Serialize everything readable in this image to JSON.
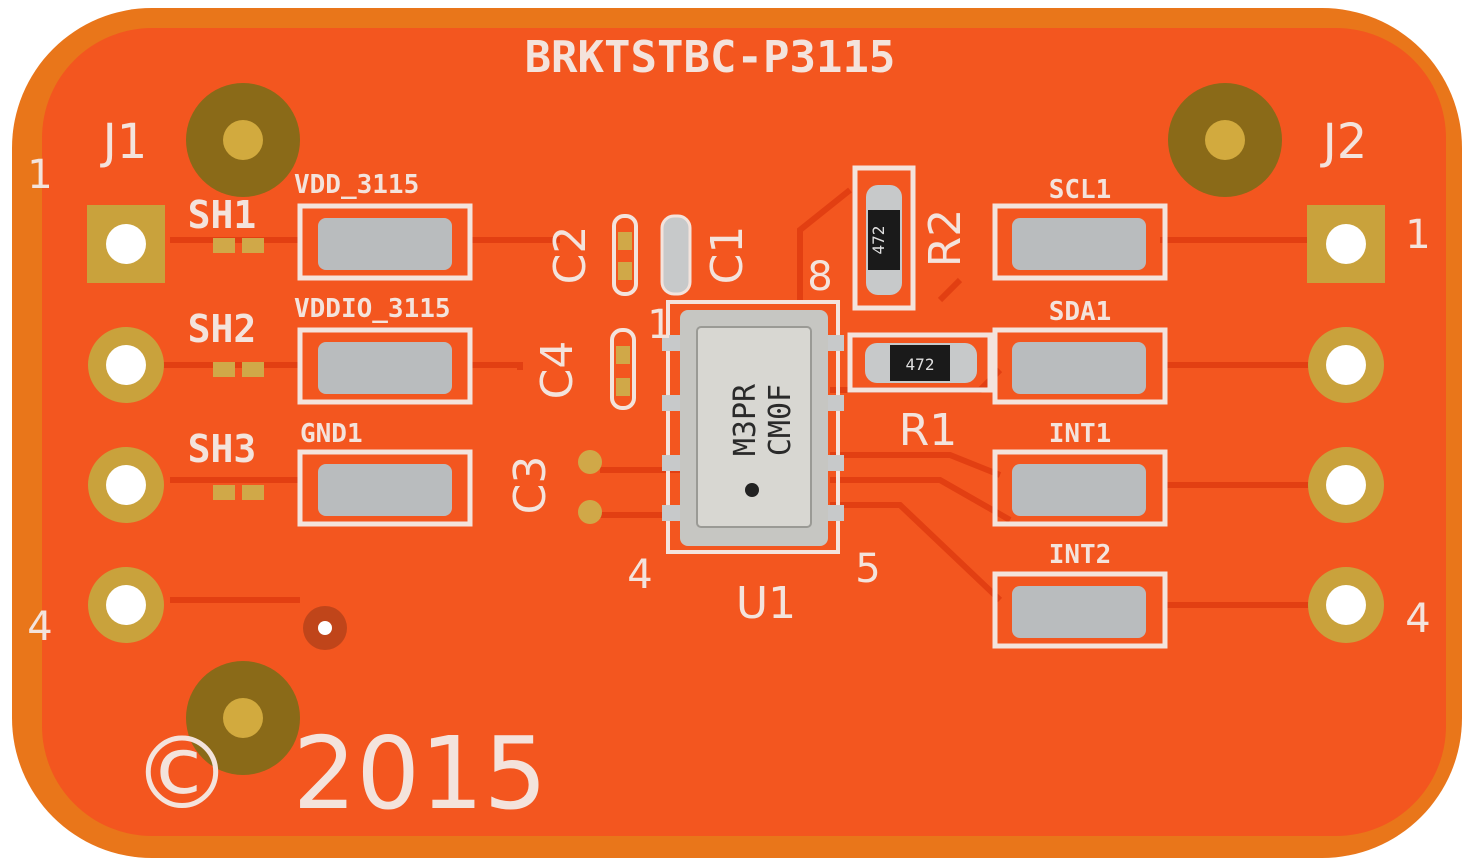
{
  "board": {
    "title": "BRKTSTBC-P3115",
    "copyright_symbol": "©",
    "year": "2015"
  },
  "connectors": {
    "j1": {
      "label": "J1",
      "pin_first": "1",
      "pin_last": "4"
    },
    "j2": {
      "label": "J2",
      "pin_first": "1",
      "pin_last": "4"
    }
  },
  "shunts": [
    "SH1",
    "SH2",
    "SH3"
  ],
  "left_pads": [
    "VDD_3115",
    "VDDIO_3115",
    "GND1"
  ],
  "right_pads": [
    "SCL1",
    "SDA1",
    "INT1",
    "INT2"
  ],
  "capacitors": [
    "C1",
    "C2",
    "C3",
    "C4"
  ],
  "resistors": {
    "r1": {
      "label": "R1",
      "marking": "472"
    },
    "r2": {
      "label": "R2",
      "marking": "472"
    }
  },
  "ic": {
    "label": "U1",
    "marking_line1": "M3PR",
    "marking_line2": "CM0F",
    "pins": {
      "p1": "1",
      "p4": "4",
      "p5": "5",
      "p8": "8"
    }
  },
  "colors": {
    "pcb_edge": "#e9761a",
    "solder_mask": "#f3561f",
    "silkscreen": "#f3e3dc",
    "gold": "#c9a23c",
    "tin": "#b9bcbe"
  }
}
